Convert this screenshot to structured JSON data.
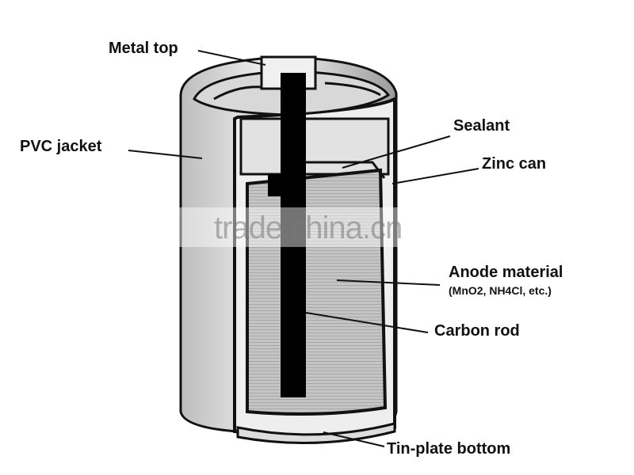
{
  "labels": {
    "metal_top": "Metal top",
    "pvc_jacket": "PVC jacket",
    "sealant": "Sealant",
    "zinc_can": "Zinc can",
    "anode_material": "Anode material",
    "anode_composition": "(MnO2, NH4Cl, etc.)",
    "carbon_rod": "Carbon rod",
    "tin_plate_bottom": "Tin-plate bottom"
  },
  "watermark": "trade.china.cn",
  "colors": {
    "ink": "#111111",
    "jacket": "#cfcfcf",
    "anode": "#b8b8b8",
    "rod": "#000000"
  }
}
